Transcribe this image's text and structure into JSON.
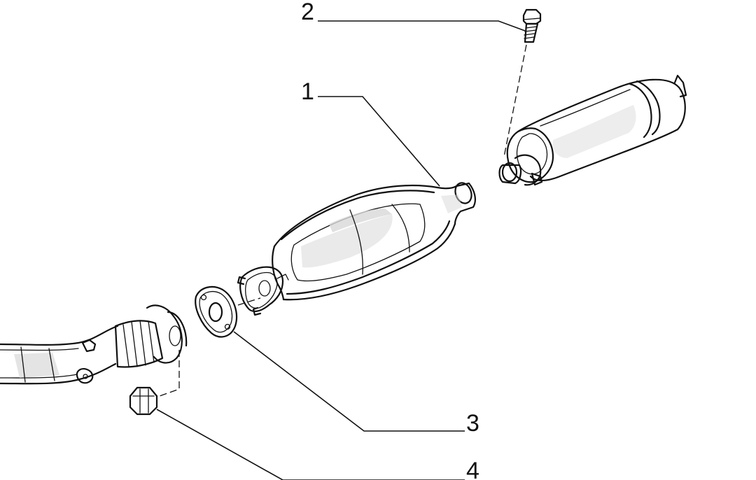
{
  "callouts": [
    {
      "label": "1",
      "part": "catalytic-converter"
    },
    {
      "label": "2",
      "part": "bolt"
    },
    {
      "label": "3",
      "part": "gasket"
    },
    {
      "label": "4",
      "part": "nut"
    }
  ],
  "colors": {
    "line": "#111111",
    "background": "#ffffff",
    "shade": "#d8d8d8"
  }
}
